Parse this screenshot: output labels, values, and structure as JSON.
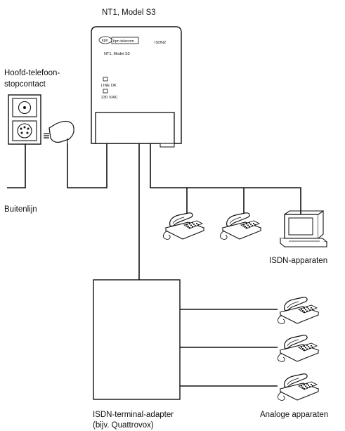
{
  "labels": {
    "nt1_title": "NT1, Model S3",
    "main_socket_line1": "Hoofd-telefoon-",
    "main_socket_line2": "stopcontact",
    "outside_line": "Buitenlijn",
    "isdn_devices": "ISDN-apparaten",
    "terminal_adapter_line1": "ISDN-terminal-adapter",
    "terminal_adapter_line2": "(bijv. Quattrovox)",
    "analog_devices": "Analoge apparaten"
  },
  "nt1_panel": {
    "brand": "kpn telecom",
    "model": "NT1, Model S3",
    "port": "ISDN2",
    "led_line_ok": "LINE OK",
    "led_power": "230 V/AC"
  },
  "colors": {
    "line": "#111111",
    "background": "#ffffff"
  }
}
